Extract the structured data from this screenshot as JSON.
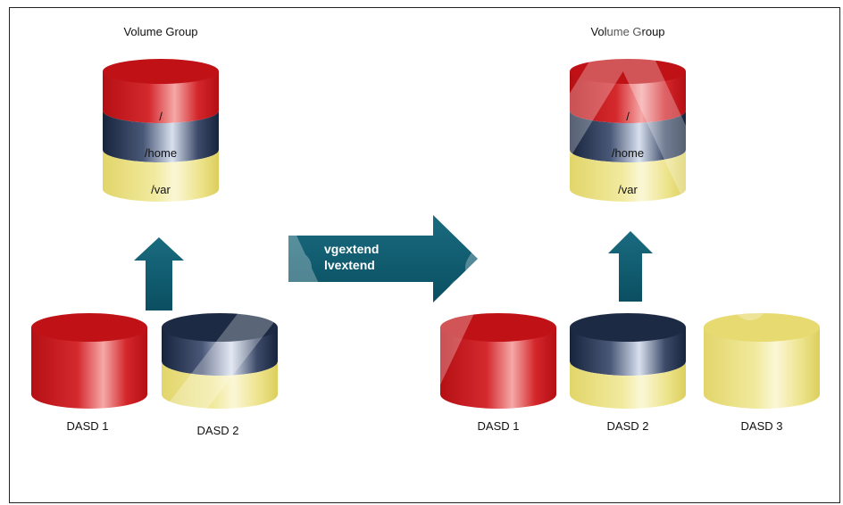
{
  "left": {
    "title": "Volume Group",
    "segments": [
      "/",
      "/home",
      "/var"
    ],
    "disks": [
      "DASD 1",
      "DASD 2"
    ]
  },
  "right": {
    "title": "Volume Group",
    "segments": [
      "/",
      "/home",
      "/var"
    ],
    "disks": [
      "DASD 1",
      "DASD 2",
      "DASD 3"
    ]
  },
  "commands": [
    "vgextend",
    "lvextend"
  ],
  "colors": {
    "red": "#c8161b",
    "navy": "#1c2a44",
    "yellow": "#ebdf77",
    "arrow": "#0d5c70"
  }
}
